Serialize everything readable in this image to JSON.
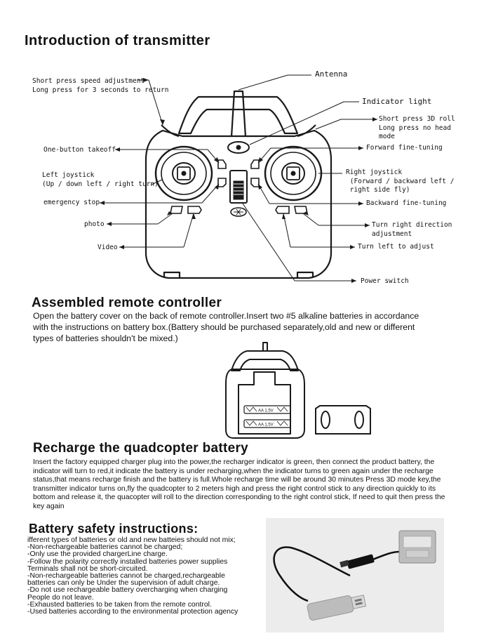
{
  "intro": {
    "title": "Introduction of transmitter",
    "labels": {
      "speed": "Short press speed adjustment\nLong press for 3 seconds to return",
      "antenna": "Antenna",
      "indicator": "Indicator light",
      "roll": "Short press 3D roll\nLong press no head\nmode",
      "takeoff": "One-button takeoff",
      "forward_fine": "Forward fine-tuning",
      "left_joystick": "Left joystick\n(Up / down left / right turn)",
      "right_joystick": "Right joystick\n (Forward / backward left /\n right side fly)",
      "emergency": "emergency stop",
      "backward_fine": "Backward fine-tuning",
      "photo": "photo",
      "turn_right": "Turn right direction\nadjustment",
      "video": "Video",
      "turn_left": "Turn left to adjust",
      "power": "Power switch"
    }
  },
  "assembled": {
    "title": "Assembled remote controller",
    "text": "Open the battery cover on the back of remote controller.Insert two #5 alkaline batteries in accordance with the instructions on battery box.(Battery should be purchased separately,old and new or different types of batteries shouldn't be mixed.)",
    "battery_label": "AA 1.5V"
  },
  "recharge": {
    "title": "Recharge the quadcopter battery",
    "text": "Insert the factory equipped charger plug into the power,the recharger indicator is green, then connect the product battery, the indicator will turn to red,it indicate the battery is under recharging,when the indicator turns to green again under the recharge status,that means recharge finish and the battery is full.Whole recharge time will be around 30 minutes Press 3D mode key,the transmitter indicator turns on,fly the quadcopter to 2 meters high and press the right control stick to any direction quickly to its bottom and release it, the quacopter will roll to the direction corresponding to the right control stick, If need to quit then press the key again"
  },
  "safety": {
    "title": "Battery safety instructions:",
    "lines": [
      "ifferent types of batteries or old and new batteies should not mix;",
      "-Non-rechargeable batteries cannot be charged;",
      "-Only use the provided chargerLine charge.",
      "-Follow the polarity correctly installed batteries power supplies",
      "Terminals shall not  be short-circuited.",
      "-Non-rechargeable batteries cannot be charged,rechargeable",
      " batteries can only be Under the supervision of adult charge.",
      "-Do not use rechargeable battery overcharging when charging",
      " People do not leave.",
      "-Exhausted batteries to be taken from the remote control.",
      "-Used batteries according to the environmental protection agency"
    ]
  },
  "colors": {
    "text": "#111111",
    "line": "#1a1a1a",
    "photo_bg": "#ececec"
  }
}
